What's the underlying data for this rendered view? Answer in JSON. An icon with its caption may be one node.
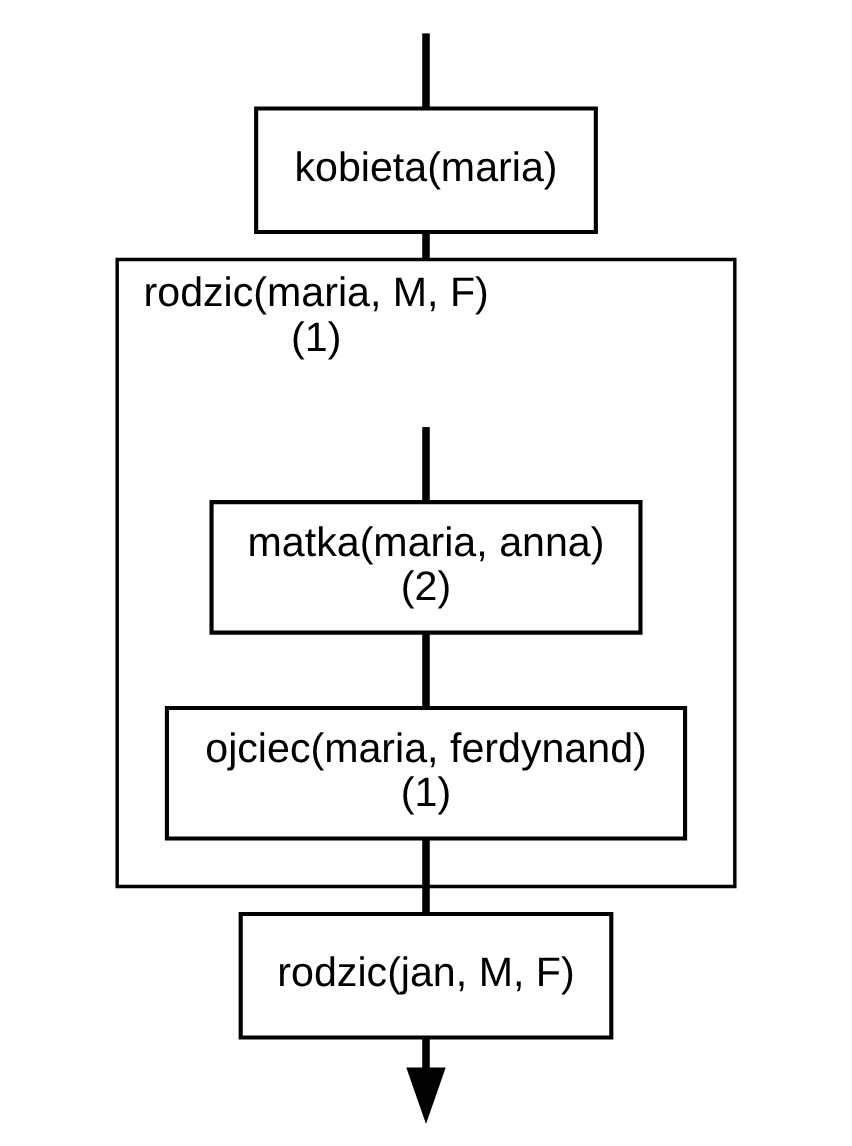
{
  "diagram": {
    "nodes": [
      {
        "text": [
          "kobieta(maria)"
        ]
      },
      {
        "text": [
          "rodzic(maria, M, F)",
          "(1)"
        ]
      },
      {
        "text": [
          "matka(maria, anna)",
          "(2)"
        ],
        "in": 1
      },
      {
        "text": [
          "ojciec(maria, ferdynand)",
          "(1)"
        ],
        "in": 1
      },
      {
        "text": [
          "rodzic(jan, M, F)"
        ]
      }
    ],
    "edges": [
      {
        "from": null,
        "to": 0,
        "arrow": "none"
      },
      {
        "from": 0,
        "to": 1,
        "arrow": "none"
      },
      {
        "from": 1,
        "to": 2,
        "arrow": "none"
      },
      {
        "from": 2,
        "to": 3,
        "arrow": "none"
      },
      {
        "from": 3,
        "to": 4,
        "arrow": "none"
      },
      {
        "from": 4,
        "to": null,
        "arrow": "to"
      }
    ]
  }
}
